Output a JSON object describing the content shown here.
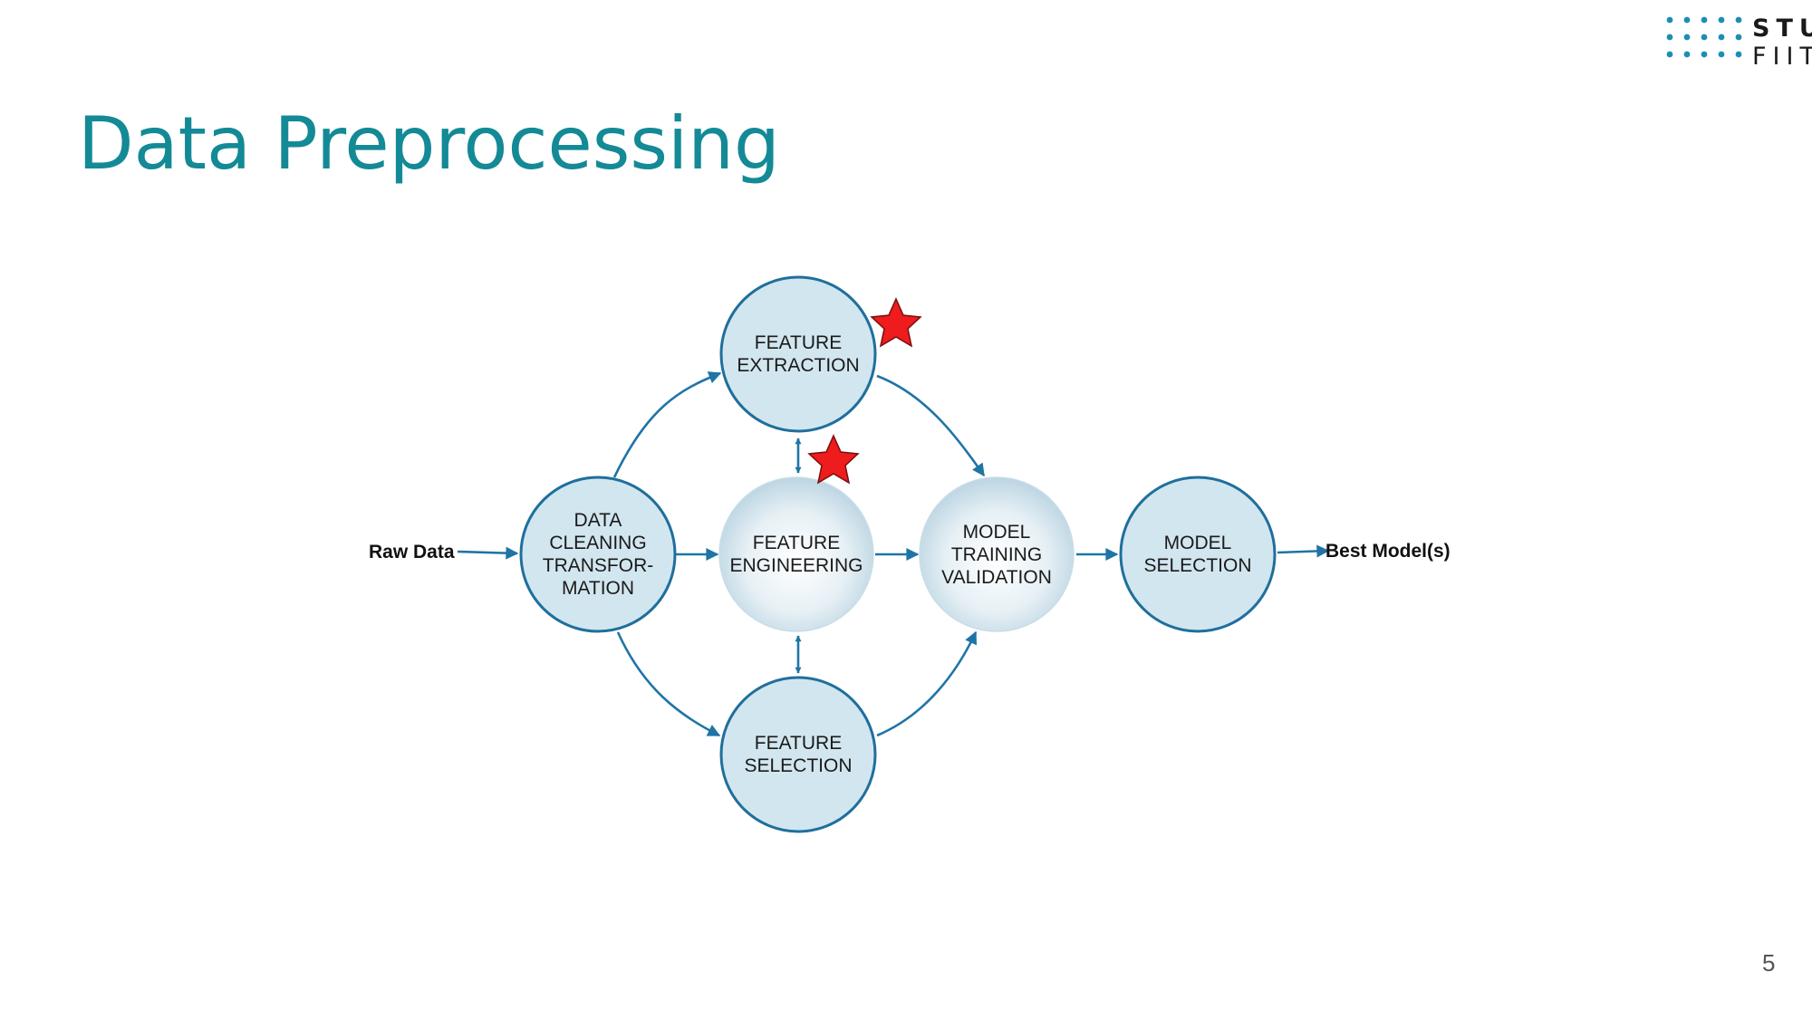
{
  "slide": {
    "title": "Data Preprocessing",
    "page_number": "5",
    "logo": {
      "line1": "STU",
      "line2": "FIIT",
      "dot_color": "#1b8fb0"
    }
  },
  "colors": {
    "title": "#138a96",
    "node_fill": "#d2e6ef",
    "node_stroke": "#1f6f9c",
    "arrow": "#1f74a6",
    "star_fill": "#ee1c1c",
    "star_stroke": "#7a0e0e"
  },
  "diagram": {
    "input_label": "Raw Data",
    "output_label": "Best Model(s)",
    "nodes": {
      "data_cleaning": [
        "DATA",
        "CLEANING",
        "TRANSFOR-",
        "MATION"
      ],
      "feature_extraction": [
        "FEATURE",
        "EXTRACTION"
      ],
      "feature_engineering": [
        "FEATURE",
        "ENGINEERING"
      ],
      "feature_selection": [
        "FEATURE",
        "SELECTION"
      ],
      "model_training": [
        "MODEL",
        "TRAINING",
        "VALIDATION"
      ],
      "model_selection": [
        "MODEL",
        "SELECTION"
      ]
    },
    "highlighted": [
      "feature_extraction",
      "feature_engineering"
    ],
    "highlight_marker": "star-icon"
  }
}
